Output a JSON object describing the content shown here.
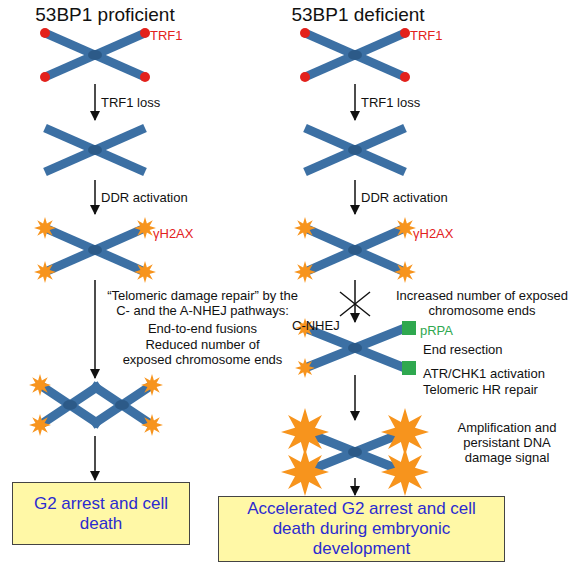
{
  "diagram": {
    "nodes": [
      {
        "text": [
          "G2 arrest and cell death"
        ]
      },
      {
        "text": [
          "Accelerated G2 arrest and cell death during embryonic development"
        ]
      }
    ],
    "labels": [
      "53BP1 proficient",
      "53BP1 deficient",
      "TRF1",
      "TRF1",
      "TRF1 loss",
      "TRF1 loss",
      "DDR activation",
      "DDR activation",
      "γH2AX",
      "γH2AX",
      "“Telomeric damage repair” by the C- and the A-NHEJ pathways:",
      "End-to-end fusions",
      "Reduced number of exposed chromosome ends",
      "C-NHEJ",
      "Increased number of exposed chromosome ends",
      "pRPA",
      "End resection",
      "ATR/CHK1 activation",
      "Telomeric HR repair",
      "Amplification and persistant DNA damage signal"
    ]
  }
}
